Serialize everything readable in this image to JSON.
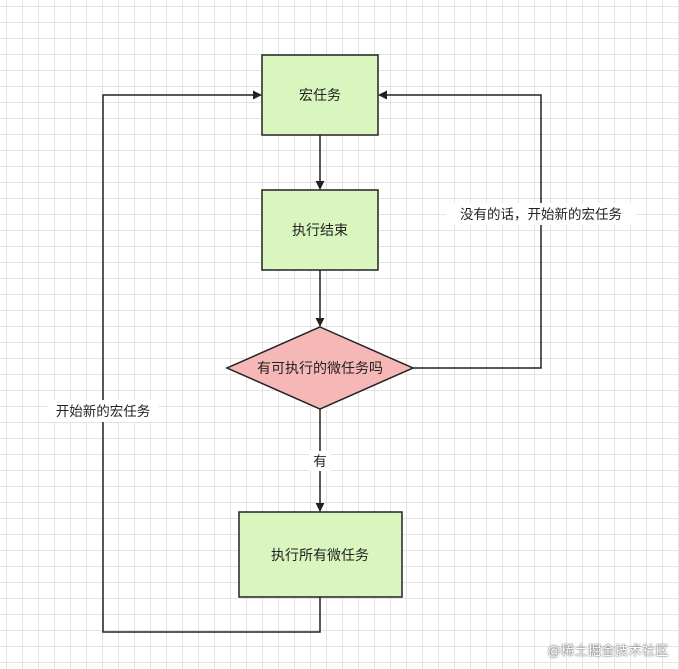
{
  "nodes": {
    "macro_task": "宏任务",
    "execution_done": "执行结束",
    "has_micro_tasks": "有可执行的微任务吗",
    "run_all_micro": "执行所有微任务"
  },
  "edges": {
    "no_branch": "没有的话，开始新的宏任务",
    "yes_branch": "有",
    "loop_back": "开始新的宏任务"
  },
  "watermark": "@稀土掘金技术社区",
  "colors": {
    "process_fill": "#d9f6bf",
    "decision_fill": "#f5b8b6",
    "stroke": "#222222"
  }
}
